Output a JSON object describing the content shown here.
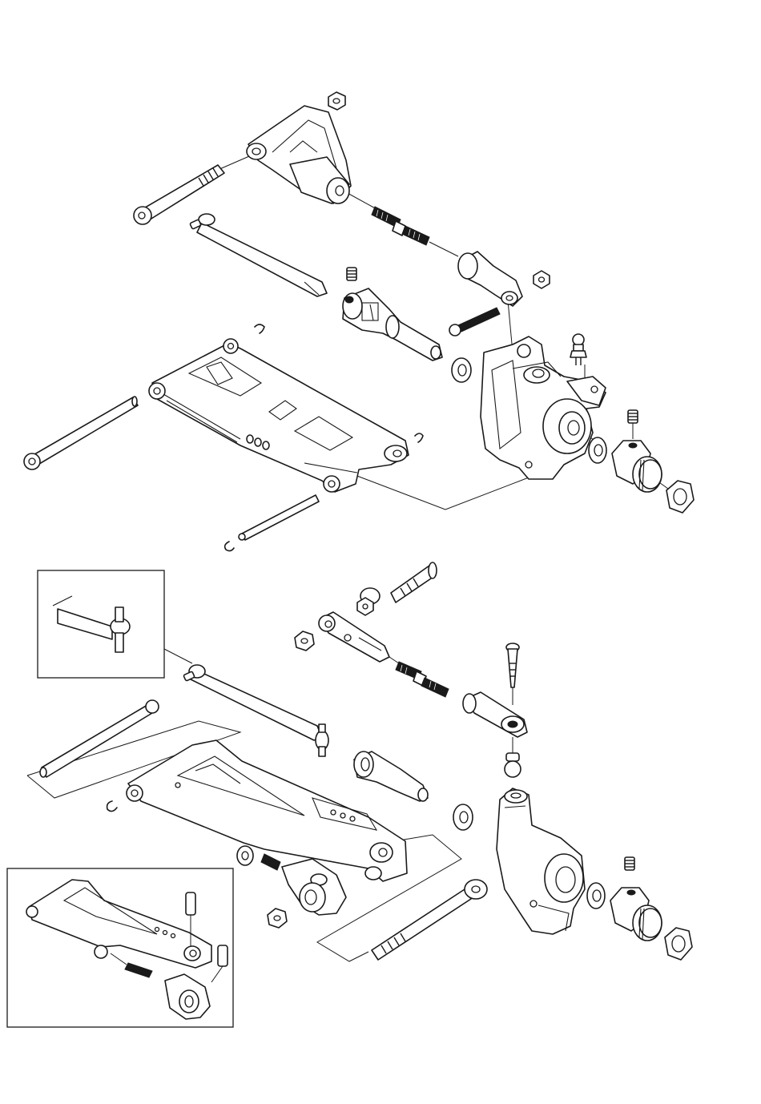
{
  "diagram": {
    "kind": "exploded-assembly",
    "upper_assembly": [
      "upper-mount-bracket",
      "top-nut",
      "mounting-bolt",
      "dogbone-shaft",
      "turnbuckle-rod",
      "rod-end",
      "upper-link-bolt",
      "universal-joint",
      "grub-screw",
      "bearing",
      "hub-carrier",
      "ball-stud",
      "wheel-hex",
      "wheel-nut",
      "lower-suspension-arm",
      "outer-hinge-pin",
      "inner-hinge-pin",
      "e-clip"
    ],
    "lower_assembly": [
      "camber-link-rod-end",
      "link-ball",
      "link-screw",
      "turnbuckle",
      "countersunk-screw",
      "steering-knuckle",
      "drive-cup",
      "dogbone",
      "hinge-pin",
      "suspension-arm",
      "shock-mount",
      "nut",
      "long-screw",
      "bearing",
      "wheel-hex",
      "wheel-nut"
    ],
    "insets": [
      "dogbone-pin-detail",
      "arm-assembly-detail"
    ]
  }
}
